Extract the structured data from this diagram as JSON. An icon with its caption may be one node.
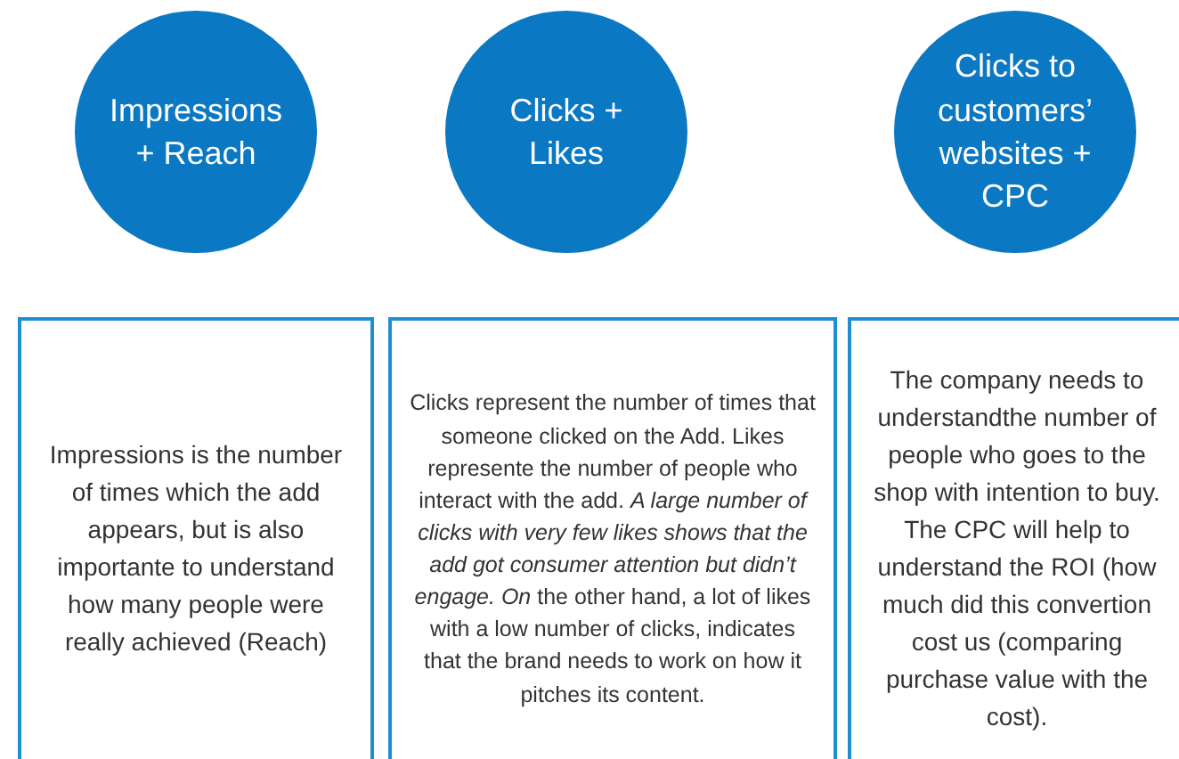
{
  "diagram": {
    "nodes": [
      {
        "text": [
          "Impressions + Reach"
        ]
      },
      {
        "text": [
          "Clicks + Likes"
        ]
      },
      {
        "text": [
          "Clicks to customers’ websites + CPC"
        ]
      },
      {
        "text": [
          "Impressions is the number of times which the add appears, but is also importante to understand how many people were really achieved (Reach)"
        ]
      },
      {
        "text": [
          "Clicks represent the number of times that someone clicked on the Add. Likes represente the number of people who interact with the add. *A large number of clicks with very few likes shows that the add got consumer attention but didn’t engage. On* the other hand, a lot of likes with a low number of clicks, indicates that the brand needs to work on how it pitches its content."
        ]
      },
      {
        "text": [
          "The company needs to understandthe number of people who goes to the shop with intention to buy. The CPC will help to understand the ROI (how much did this convertion cost us (comparing purchase value with the cost)."
        ]
      }
    ]
  }
}
